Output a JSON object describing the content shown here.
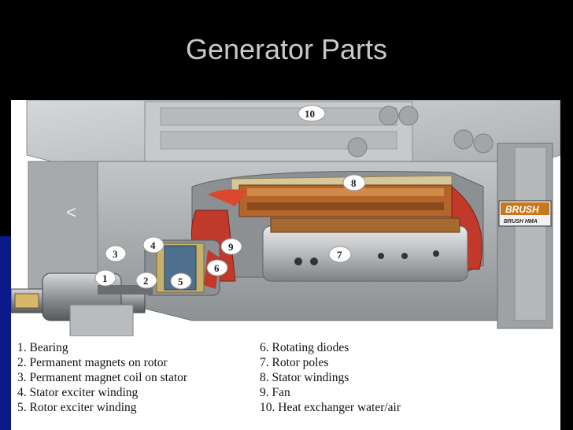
{
  "slide": {
    "title": "Generator Parts"
  },
  "figure": {
    "brand_plate": "BRUSH",
    "brand_subtext": "BRUSH HMA",
    "callouts": [
      "1",
      "2",
      "3",
      "4",
      "5",
      "6",
      "7",
      "8",
      "9",
      "10"
    ]
  },
  "legend": {
    "left": [
      "1.  Bearing",
      "2.  Permanent magnets on rotor",
      "3.  Permanent magnet coil on stator",
      "4.  Stator exciter winding",
      "5.  Rotor exciter winding"
    ],
    "right": [
      "6.  Rotating diodes",
      "7.  Rotor poles",
      "8.  Stator windings",
      "9.  Fan",
      "10. Heat exchanger water/air"
    ]
  },
  "colors": {
    "background": "#000000",
    "title": "#c9c9c9",
    "accent_blue": "#0b1a8a",
    "housing": "#a9acad",
    "winding_copper": "#b5652a",
    "fan_red": "#c0392b"
  }
}
